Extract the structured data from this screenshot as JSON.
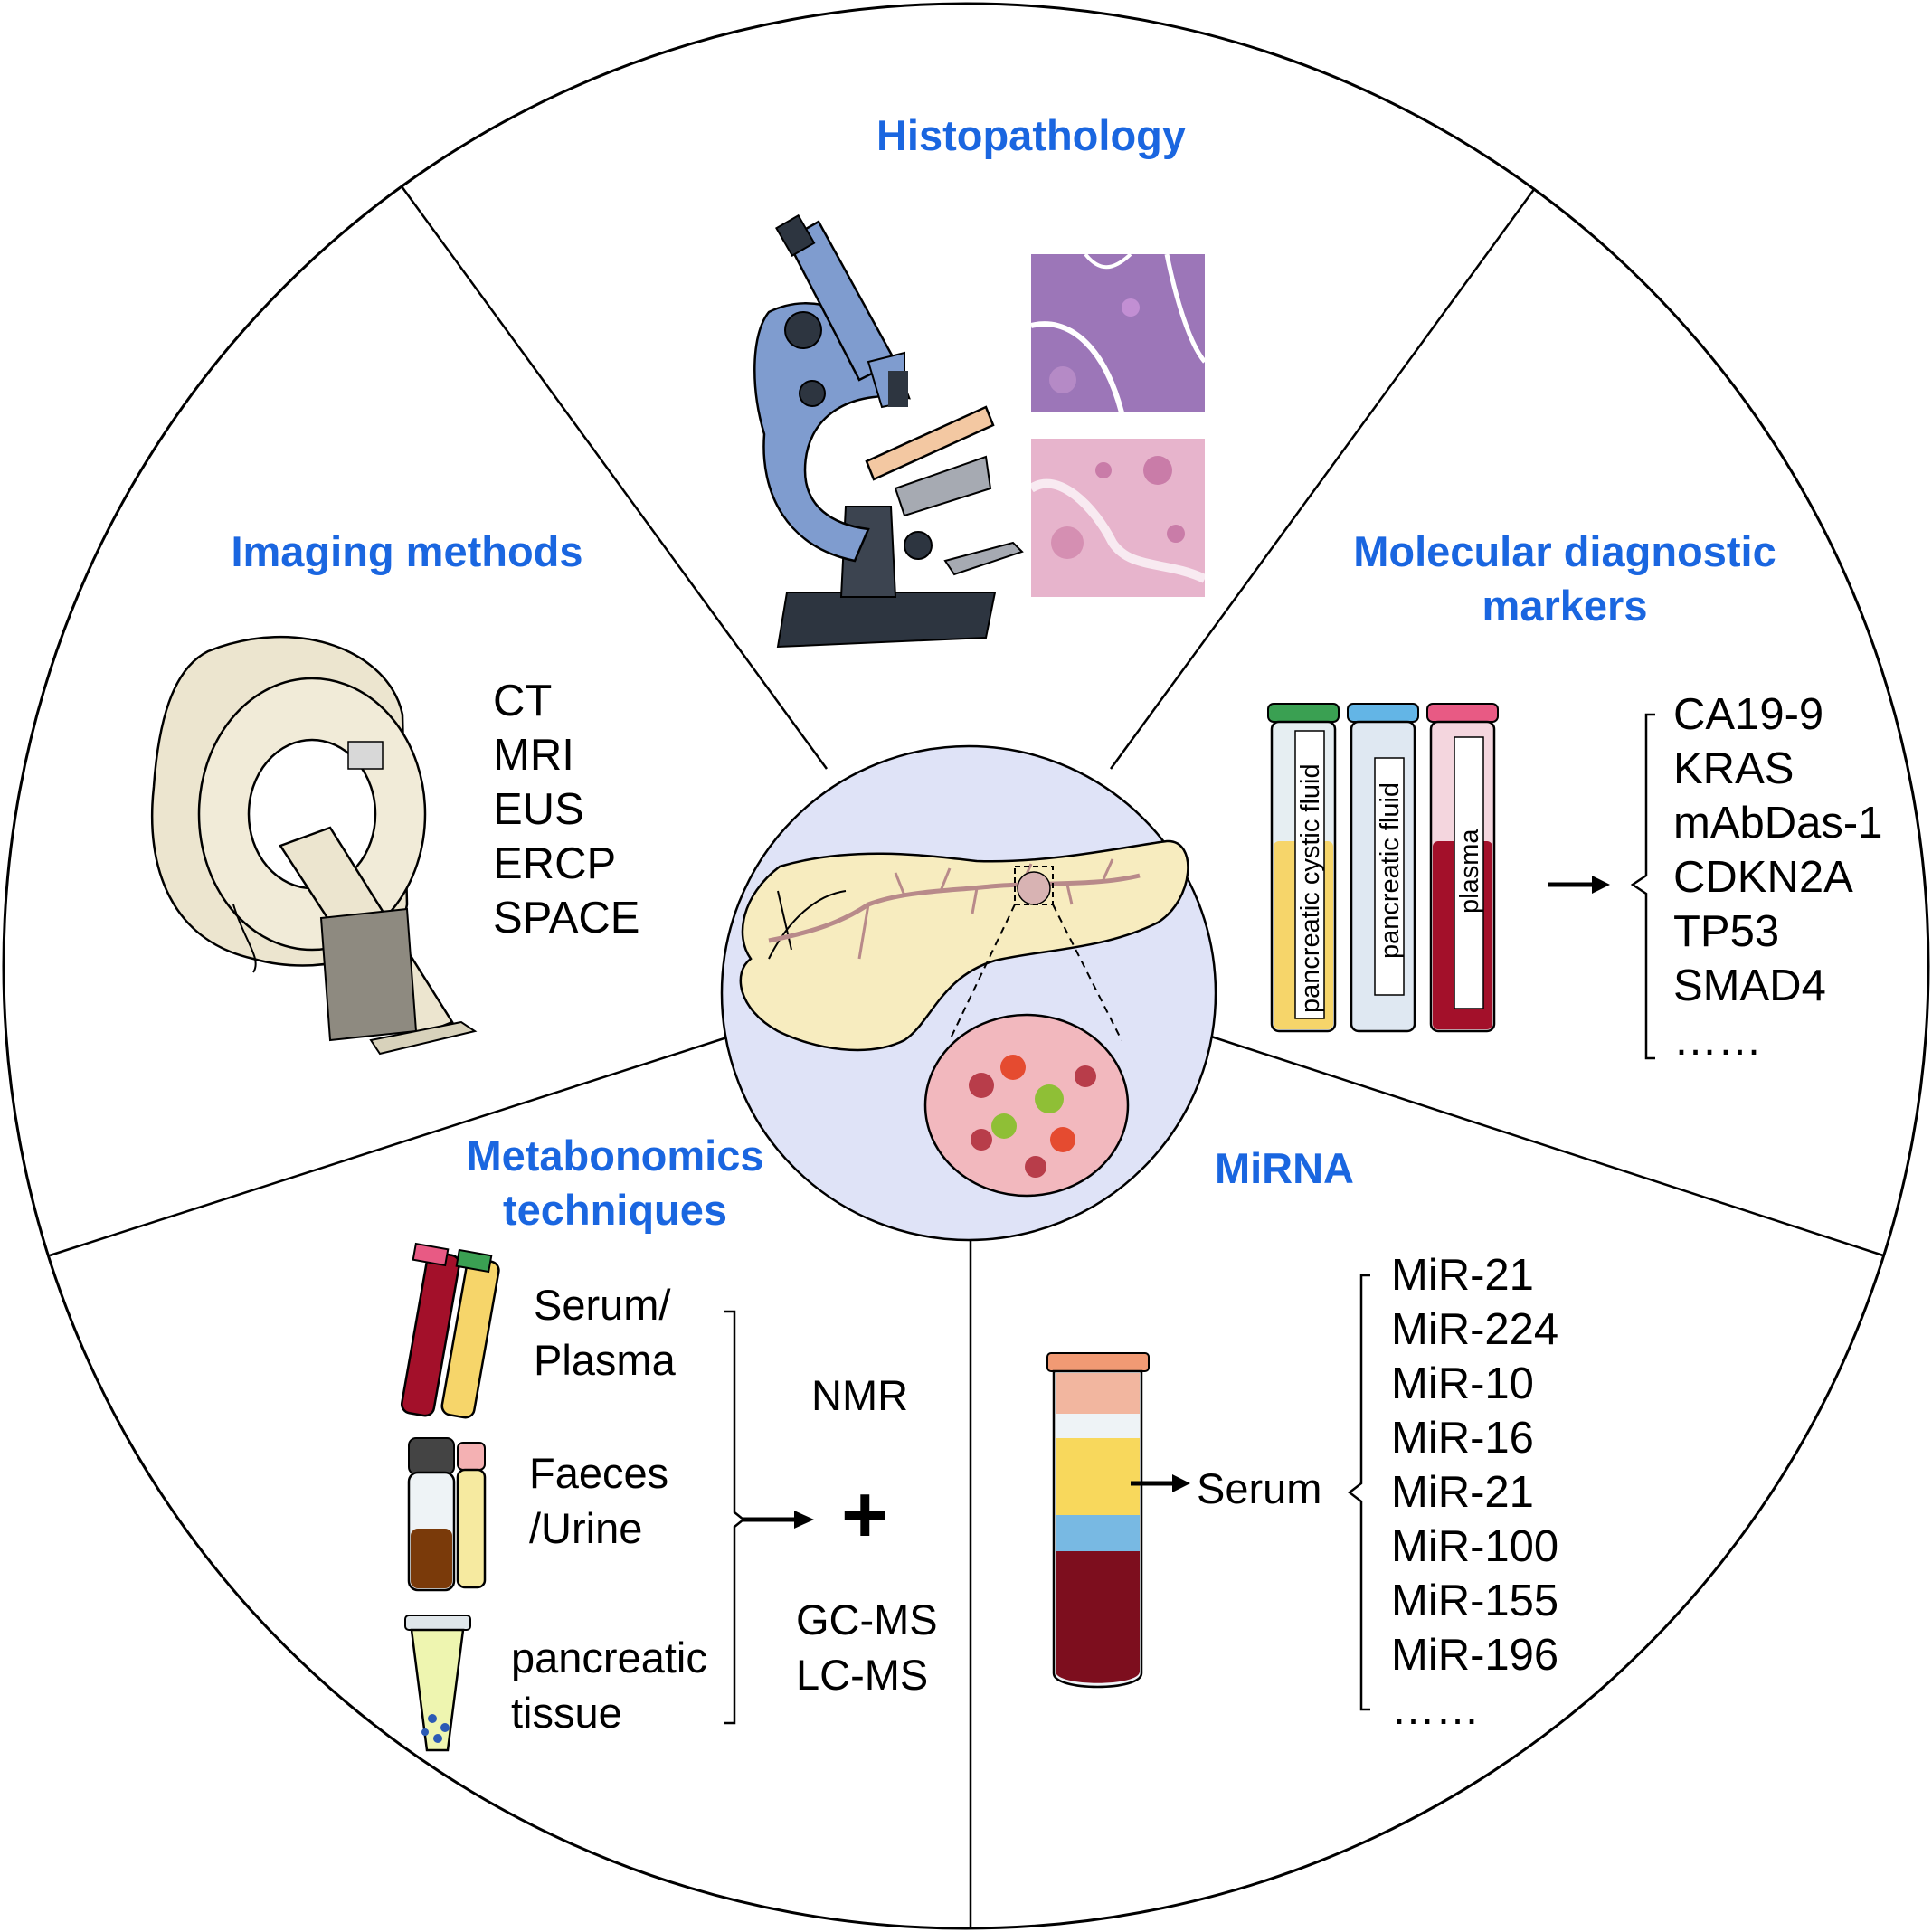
{
  "sections": {
    "histopathology": {
      "title": "Histopathology"
    },
    "imaging": {
      "title": "Imaging methods",
      "items": [
        "CT",
        "MRI",
        "EUS",
        "ERCP",
        "SPACE"
      ]
    },
    "molecular": {
      "title_line1": "Molecular diagnostic",
      "title_line2": "markers",
      "tubes": [
        "pancreatic cystic fluid",
        "pancreatic fluid",
        "plasma"
      ],
      "items": [
        "CA19-9",
        "KRAS",
        "mAbDas-1",
        "CDKN2A",
        "TP53",
        "SMAD4",
        "……"
      ]
    },
    "metabonomics": {
      "title_line1": "Metabonomics",
      "title_line2": "techniques",
      "samples": [
        {
          "line1": "Serum/",
          "line2": "Plasma"
        },
        {
          "line1": "Faeces",
          "line2": "/Urine"
        },
        {
          "line1": "pancreatic",
          "line2": "tissue"
        }
      ],
      "method_top": "NMR",
      "plus": "+",
      "method_bottom_1": "GC-MS",
      "method_bottom_2": "LC-MS"
    },
    "mirna": {
      "title": "MiRNA",
      "serum_label": "Serum",
      "items": [
        "MiR-21",
        "MiR-224",
        "MiR-10",
        "MiR-16",
        "MiR-21",
        "MiR-100",
        "MiR-155",
        "MiR-196",
        "……"
      ]
    }
  },
  "colors": {
    "title_blue": "#1a66e0",
    "center_fill": "#dfe3f7",
    "pancreas": "#f7ecbf",
    "blood": "#a3102a",
    "microscope": "#7f9ccf"
  }
}
